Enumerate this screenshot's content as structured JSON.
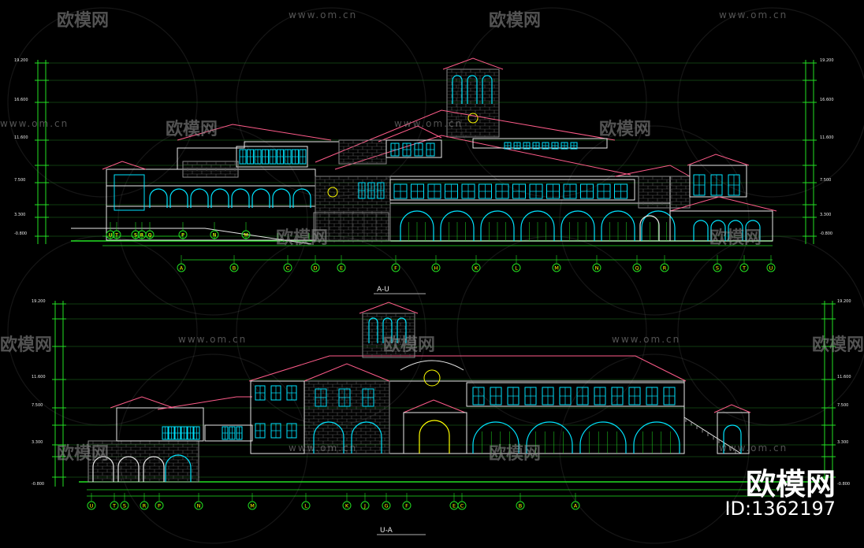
{
  "watermark": {
    "brand": "欧模网",
    "site": "www.om.cn"
  },
  "drawing_top": {
    "grid_labels": [
      "A",
      "B",
      "C",
      "D",
      "E",
      "F",
      "H",
      "K",
      "L",
      "M",
      "N",
      "Q",
      "R",
      "S",
      "T",
      "U"
    ],
    "left_grid_labels": [
      "U",
      "T",
      "S",
      "R",
      "Q",
      "P",
      "N",
      "M"
    ],
    "elevations": [
      "19.200",
      "16.600",
      "11.600",
      "7.500",
      "3.300",
      "-0.800"
    ],
    "title": ""
  },
  "drawing_bottom": {
    "title": "U-A",
    "grid_labels": [
      "U",
      "T",
      "S",
      "R",
      "P",
      "N",
      "M",
      "L",
      "K",
      "J",
      "G",
      "F",
      "E",
      "C",
      "B",
      "A"
    ],
    "elevations": [
      "19.200",
      "11.600",
      "7.500",
      "3.300",
      "-0.800"
    ]
  },
  "sheet_label_top": "A-U",
  "brand_mark": "欧模网",
  "brand_id": "ID:1362197",
  "colors": {
    "green": "#22e022",
    "pink": "#ff5c8a",
    "cyan": "#00e5ff",
    "white": "#e8e8e8",
    "yellow": "#ffff00",
    "red": "#ff3030",
    "grey": "#8a8a8a"
  }
}
